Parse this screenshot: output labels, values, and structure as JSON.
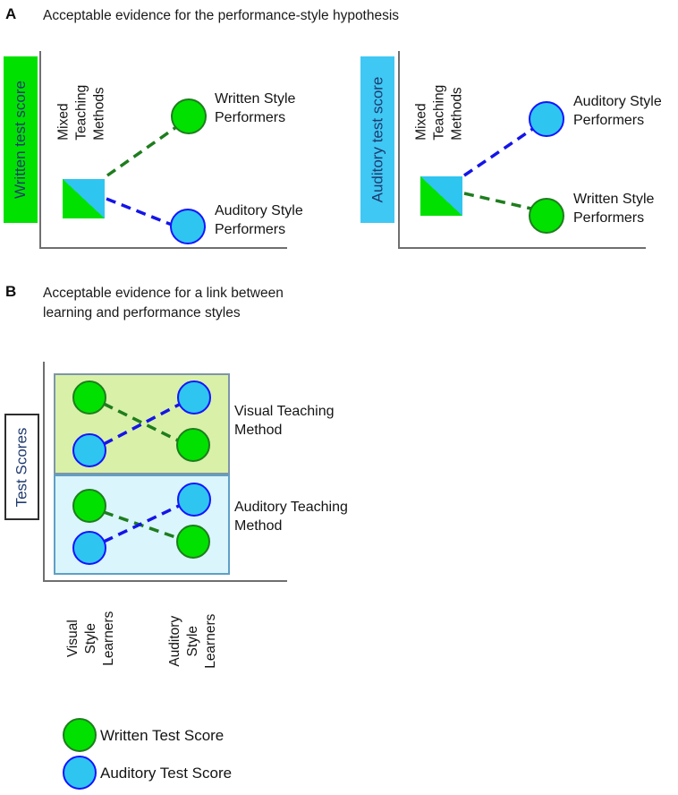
{
  "figure": {
    "panel_a": {
      "letter": "A",
      "title": "Acceptable evidence for the performance-style hypothesis",
      "left_plot": {
        "y_axis_label": "Written test score",
        "origin_point_label": "Mixed Teaching\nMethods",
        "upper_point_label": "Written Style\nPerformers",
        "lower_point_label": "Auditory Style\nPerformers"
      },
      "right_plot": {
        "y_axis_label": "Auditory test score",
        "origin_point_label": "Mixed Teaching\nMethods",
        "upper_point_label": "Auditory Style\nPerformers",
        "lower_point_label": "Written Style\nPerformers"
      }
    },
    "panel_b": {
      "letter": "B",
      "title": "Acceptable evidence for a link between\nlearning and performance styles",
      "y_axis_label": "Test Scores",
      "band_labels": [
        "Visual Teaching\nMethod",
        "Auditory Teaching\nMethod"
      ],
      "x_axis_labels": [
        "Visual Style\nLearners",
        "Auditory Style\nLearners"
      ]
    },
    "legend": {
      "items": [
        {
          "marker": "green-circle",
          "label": "Written Test Score"
        },
        {
          "marker": "blue-circle",
          "label": "Auditory Test Score"
        }
      ]
    },
    "colors": {
      "written_score_green": "#00e100",
      "written_score_border": "#1e7d1e",
      "auditory_score_blue": "#2fc5f1",
      "auditory_score_border": "#1414ff",
      "visual_band_fill": "#d9f0a8",
      "auditory_band_fill": "#daf5fc",
      "axis_gray": "#6f6f6f",
      "axis_label_navy": "#1f3a6e"
    }
  }
}
